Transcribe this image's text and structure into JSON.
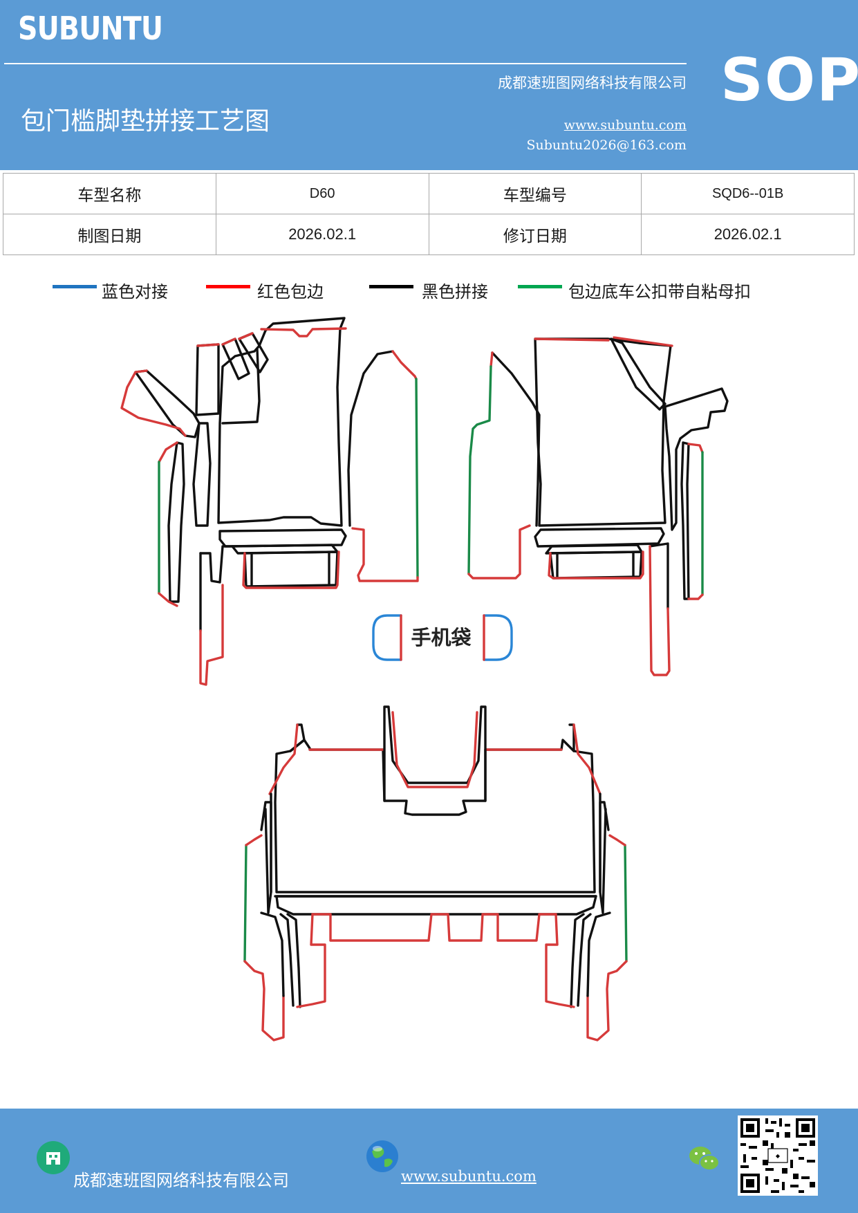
{
  "header": {
    "brand": "SUBUNTU",
    "company": "成都速班图网络科技有限公司",
    "title": "包门槛脚垫拼接工艺图",
    "website": "www.subuntu.com",
    "email": "Subuntu2026@163.com",
    "badge": "SOP"
  },
  "info_table": {
    "rows": [
      [
        {
          "label": "车型名称"
        },
        {
          "value": "D60"
        },
        {
          "label": "车型编号"
        },
        {
          "value": "SQD6--01B"
        }
      ],
      [
        {
          "label": "制图日期"
        },
        {
          "value": "2026.02.1"
        },
        {
          "label": "修订日期"
        },
        {
          "value": "2026.02.1"
        }
      ]
    ]
  },
  "legend": [
    {
      "label": "蓝色对接",
      "color": "#1f74c0"
    },
    {
      "label": "红色包边",
      "color": "#ff0000"
    },
    {
      "label": "黑色拼接",
      "color": "#000000"
    },
    {
      "label": "包边底车公扣带自粘母扣",
      "color": "#00a650"
    }
  ],
  "diagram": {
    "phone_pocket_label": "手机袋",
    "stroke_colors": {
      "black": "#111111",
      "red": "#d63a3a",
      "green": "#1a8a48",
      "blue": "#2a86d6"
    }
  },
  "footer": {
    "company": "成都速班图网络科技有限公司",
    "website": "www.subuntu.com",
    "icons": [
      "company-icon",
      "globe-icon",
      "wechat-icon",
      "qr-code"
    ]
  }
}
